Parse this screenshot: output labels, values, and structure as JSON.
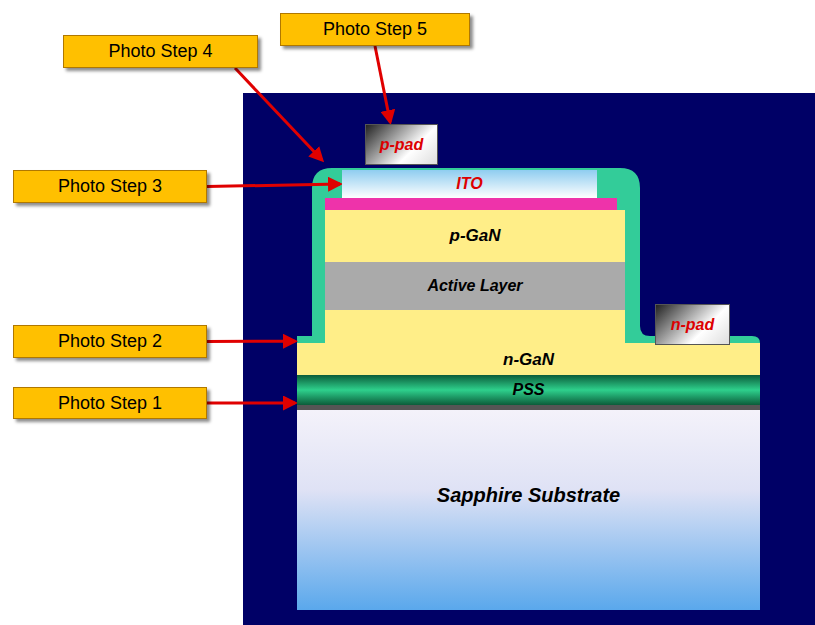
{
  "diagram": {
    "nodes": [
      {
        "text": [
          "Photo Step 5"
        ]
      },
      {
        "text": [
          "Photo Step 4"
        ]
      },
      {
        "text": [
          "p-pad"
        ]
      },
      {
        "text": [
          "Photo Step 3"
        ]
      },
      {
        "text": [
          "ITO"
        ]
      },
      {
        "text": [
          "p-GaN"
        ]
      },
      {
        "text": [
          "Active Layer"
        ]
      },
      {
        "text": [
          "Photo Step 2"
        ]
      },
      {
        "text": [
          "n-GaN"
        ]
      },
      {
        "text": [
          "n-pad"
        ]
      },
      {
        "text": [
          "Photo Step 1"
        ]
      },
      {
        "text": [
          "PSS"
        ]
      },
      {
        "text": [
          "Sapphire Substrate"
        ]
      }
    ],
    "edges": [
      {
        "from": 0,
        "to": 2,
        "arrow": "to"
      },
      {
        "from": 3,
        "to": 4,
        "arrow": "to"
      },
      {
        "from": 7,
        "to": 8,
        "arrow": "to"
      },
      {
        "from": 10,
        "to": 11,
        "arrow": "to"
      }
    ]
  }
}
